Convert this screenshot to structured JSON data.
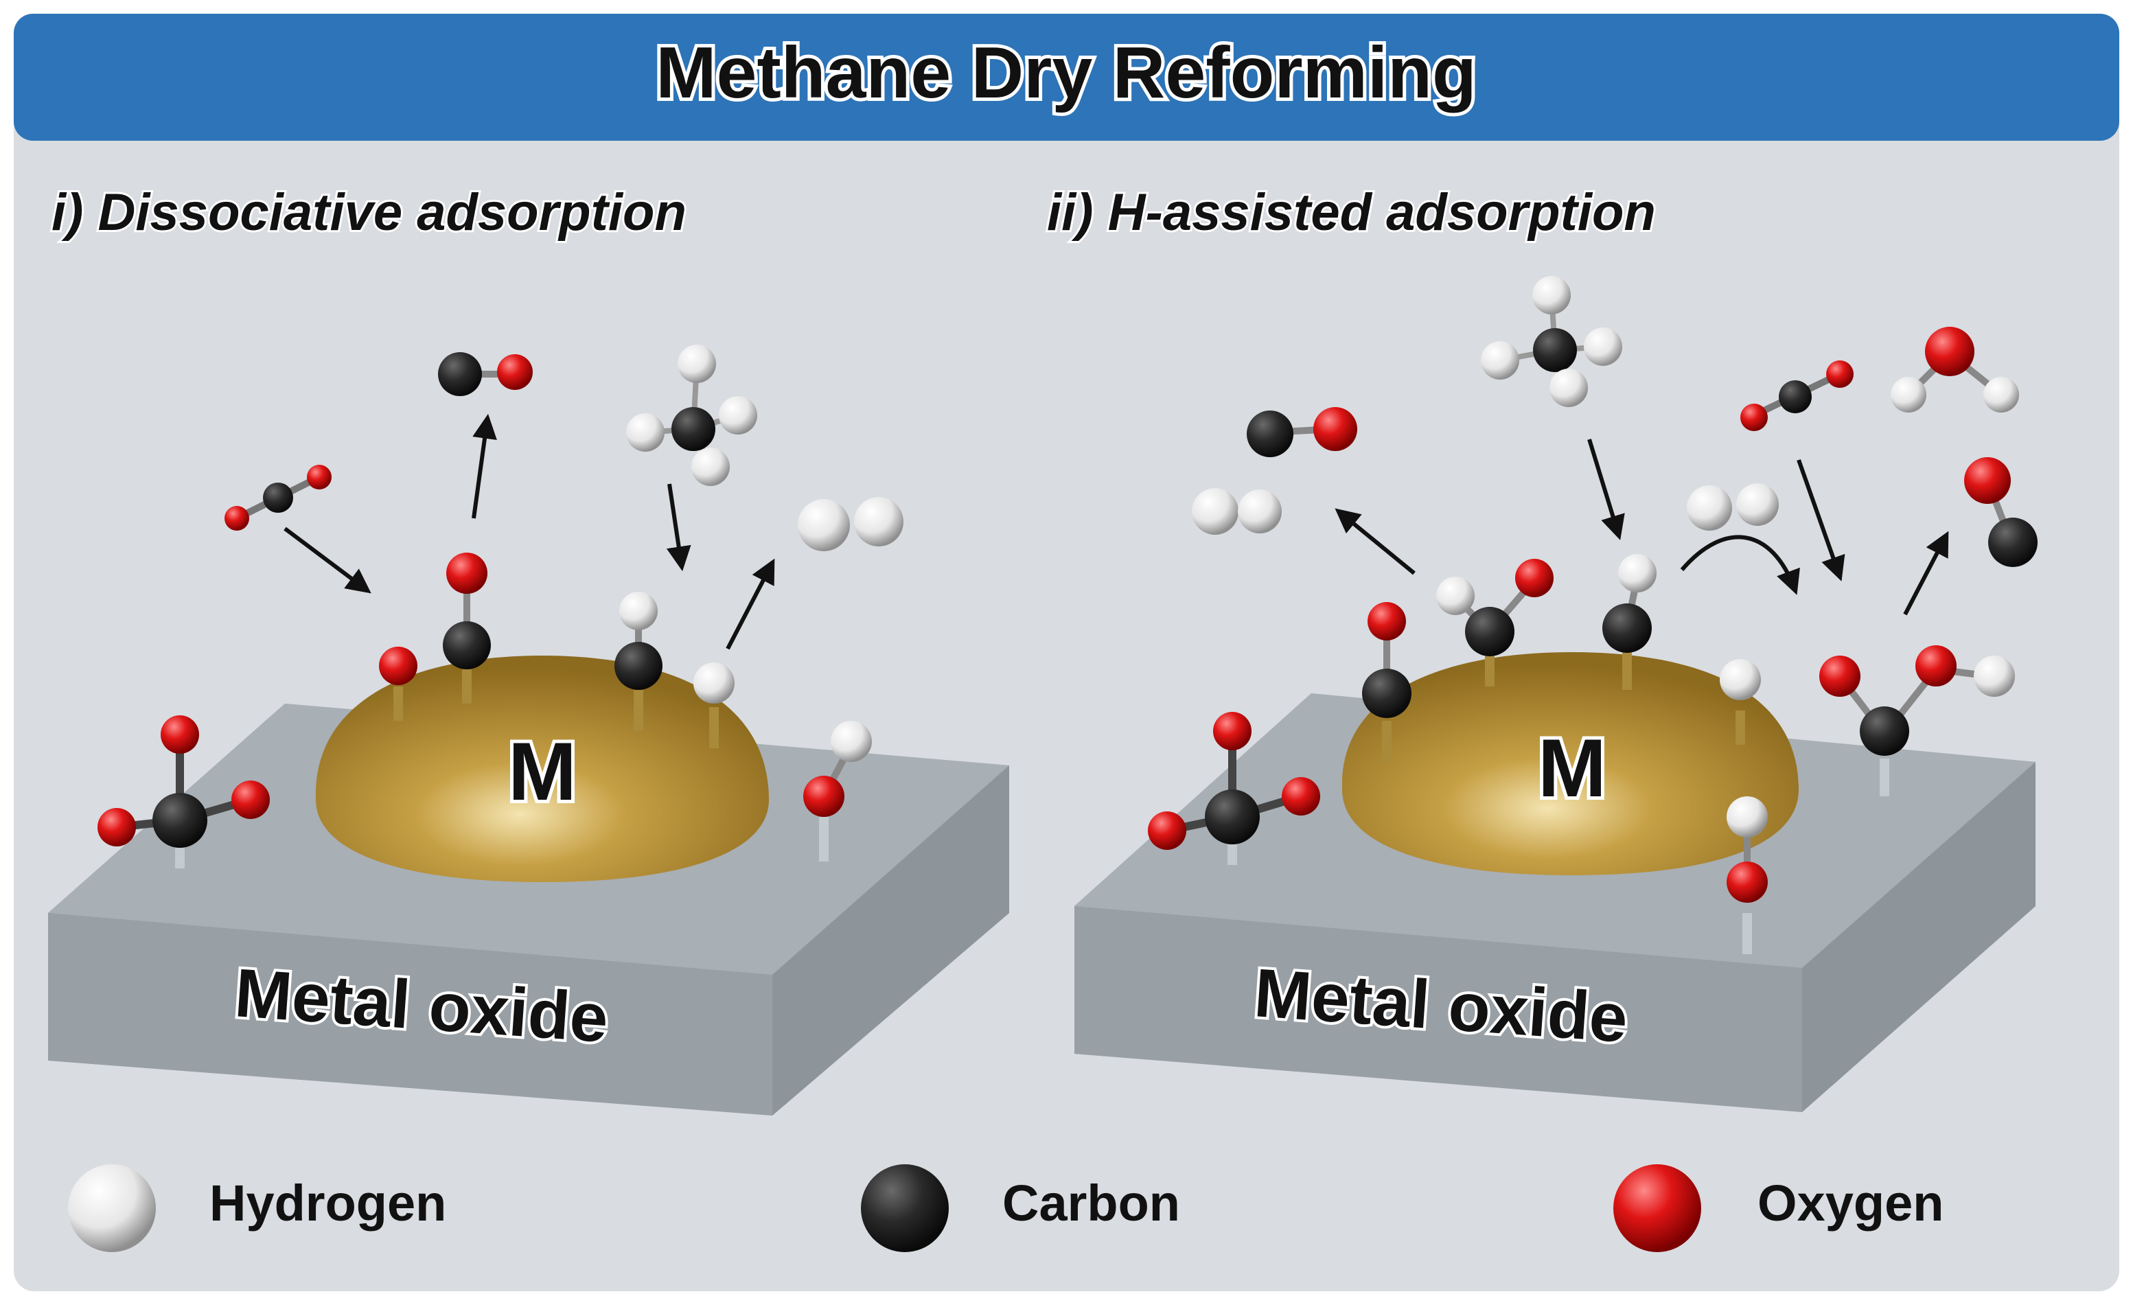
{
  "title": "Methane Dry Reforming",
  "panels": [
    {
      "heading": "i) Dissociative adsorption",
      "metal_label": "M",
      "support_label": "Metal oxide"
    },
    {
      "heading": "ii) H-assisted adsorption",
      "metal_label": "M",
      "support_label": "Metal oxide"
    }
  ],
  "legend": [
    {
      "label": "Hydrogen",
      "icon": "hydrogen-atom-icon",
      "color": "#f2f2f2"
    },
    {
      "label": "Carbon",
      "icon": "carbon-atom-icon",
      "color": "#2a2a2a"
    },
    {
      "label": "Oxygen",
      "icon": "oxygen-atom-icon",
      "color": "#d10a0a"
    }
  ],
  "colors": {
    "banner": "#2d74b8",
    "panel_bg": "#d9dce1",
    "metal": "#b08a2a",
    "support_top": "#a3aab0",
    "support_front": "#9aa1a7"
  }
}
